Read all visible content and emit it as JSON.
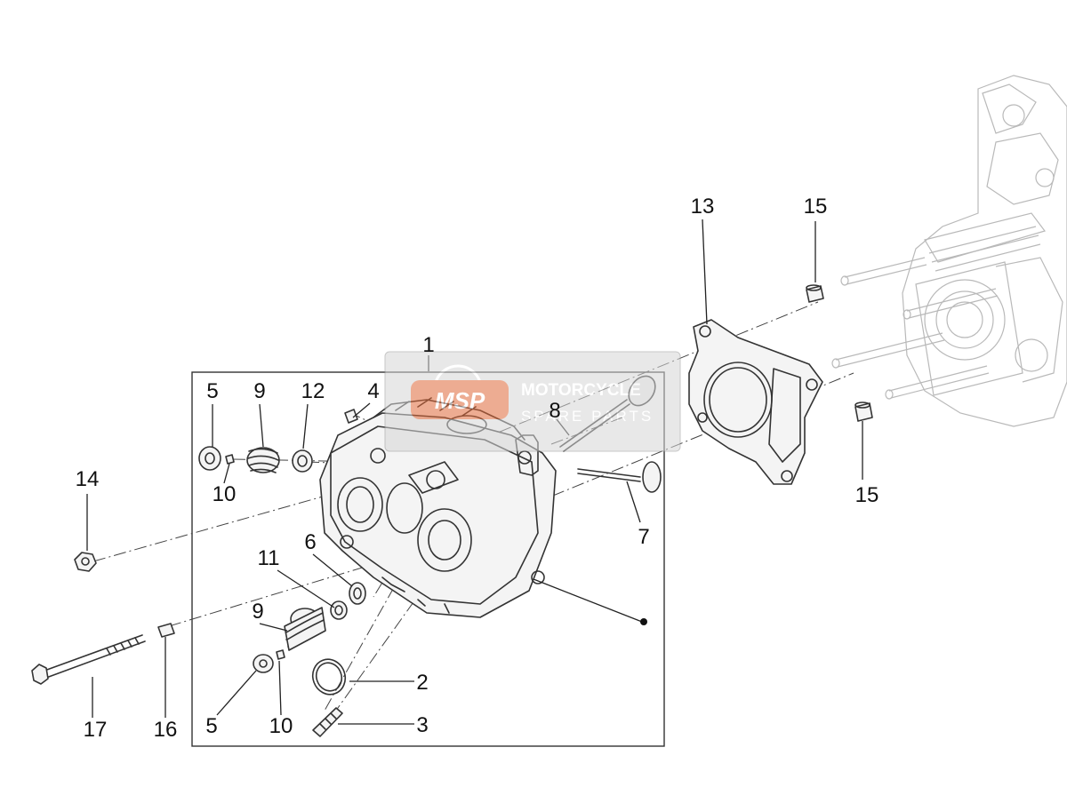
{
  "callouts": [
    "1",
    "2",
    "3",
    "4",
    "5",
    "6",
    "7",
    "8",
    "9",
    "10",
    "11",
    "12",
    "13",
    "14",
    "15",
    "16",
    "17"
  ],
  "labels": {
    "l1": "1",
    "l2": "2",
    "l3": "3",
    "l4": "4",
    "l5a": "5",
    "l5b": "5",
    "l6": "6",
    "l7": "7",
    "l8": "8",
    "l9a": "9",
    "l9b": "9",
    "l10a": "10",
    "l10b": "10",
    "l11": "11",
    "l12": "12",
    "l13": "13",
    "l14": "14",
    "l15a": "15",
    "l15b": "15",
    "l16": "16",
    "l17": "17"
  },
  "watermark": {
    "logo": "MSP",
    "line1": "MOTORCYCLE",
    "line2": "SPARE PARTS",
    "colors": {
      "logo": "#e06a3a",
      "text": "#b0b0b0",
      "box": "#9a9a9a"
    }
  }
}
